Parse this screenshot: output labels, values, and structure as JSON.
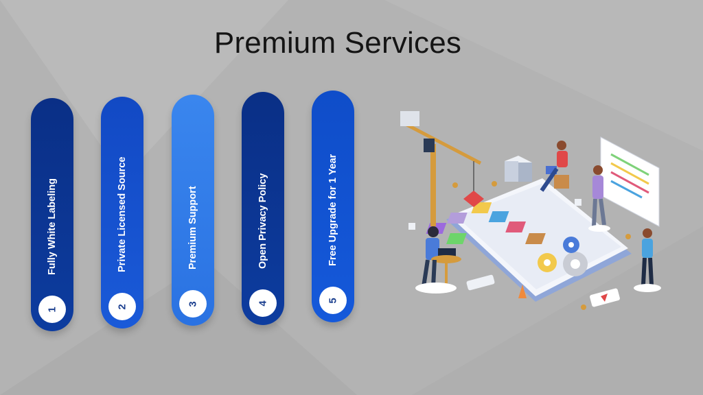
{
  "title": "Premium Services",
  "colors": {
    "background": "#b3b3b3",
    "pill_dark": "#0d3a99",
    "pill_mid": "#1257d8",
    "pill_light": "#2d7be8",
    "number_text": "#1b3f8f"
  },
  "services": [
    {
      "number": "1",
      "label": "Fully White Labeling"
    },
    {
      "number": "2",
      "label": "Private Licensed Source"
    },
    {
      "number": "3",
      "label": "Premium Support"
    },
    {
      "number": "4",
      "label": "Open Privacy Policy"
    },
    {
      "number": "5",
      "label": "Free Upgrade for 1 Year"
    }
  ],
  "illustration": {
    "icons": [
      "construction-crane-icon",
      "smartphone-icon",
      "gear-icon",
      "laptop-icon",
      "server-icon",
      "whiteboard-icon",
      "traffic-cone-icon"
    ]
  }
}
